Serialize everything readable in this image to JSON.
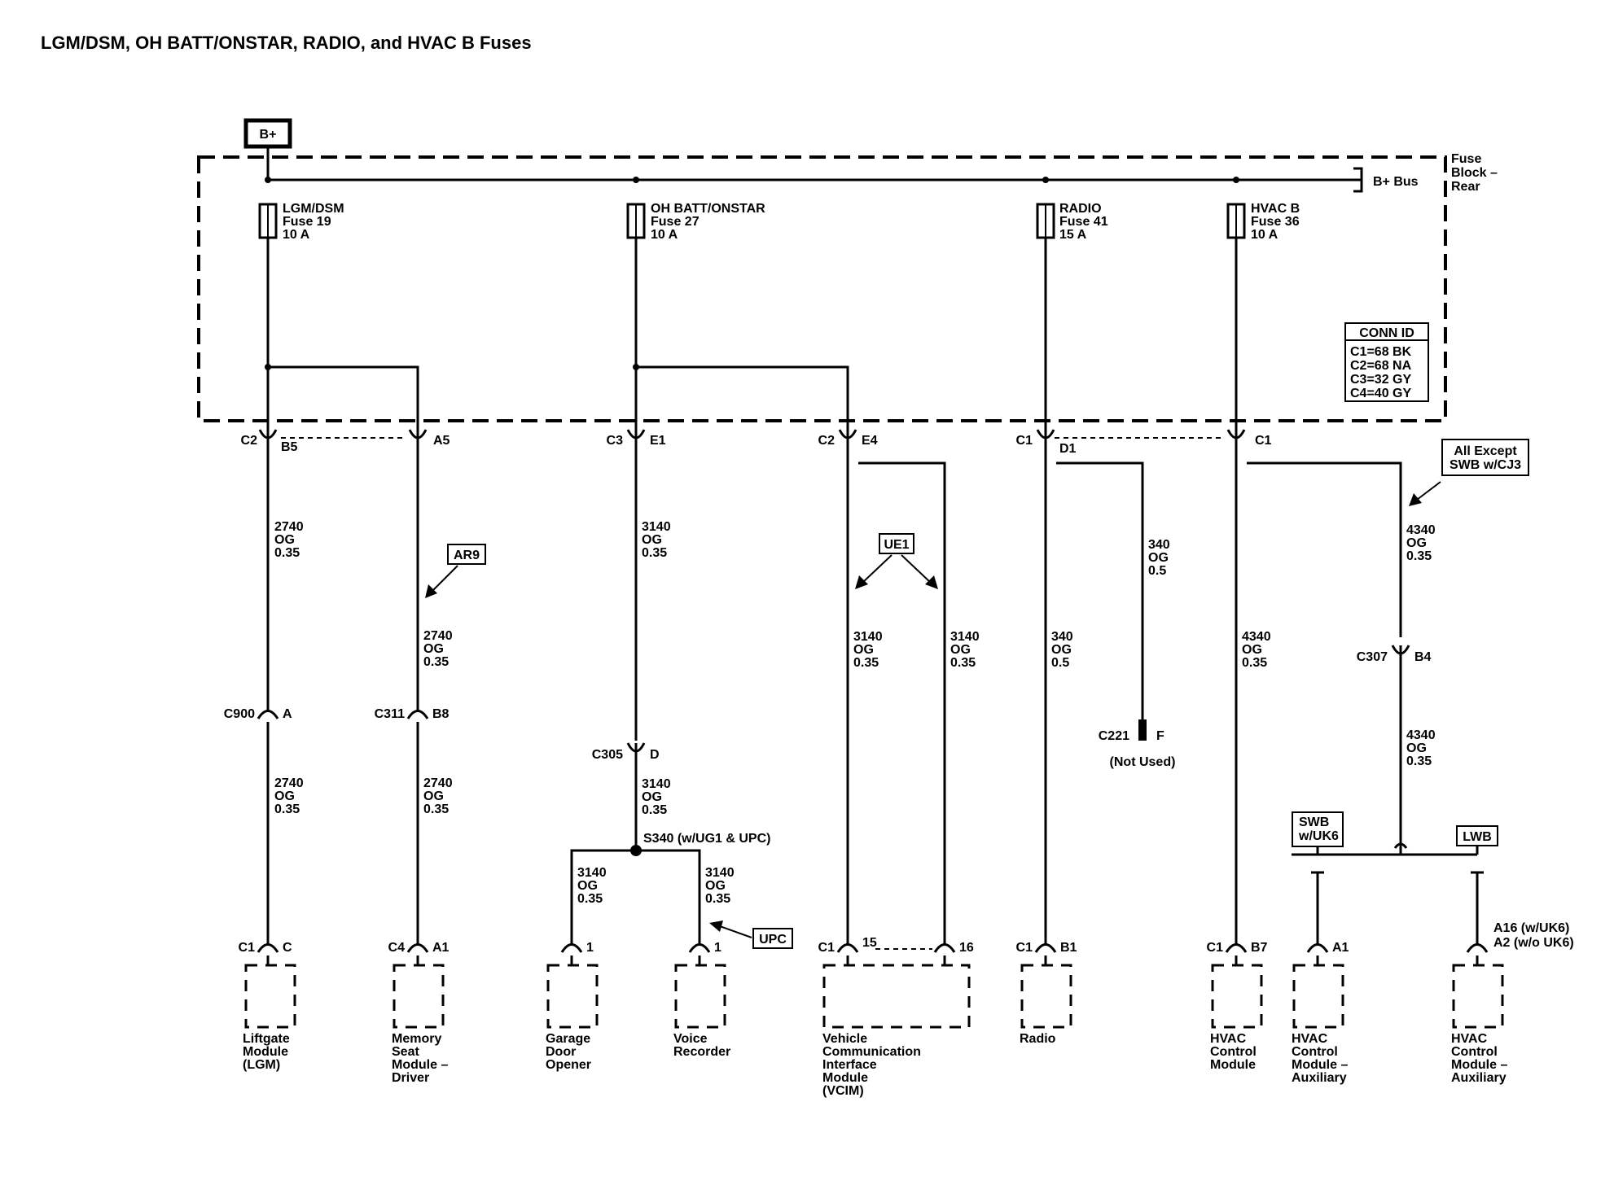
{
  "title": "LGM/DSM, OH BATT/ONSTAR, RADIO, and HVAC B Fuses",
  "power": {
    "label": "B+"
  },
  "fuse_block": {
    "label_lines": [
      "Fuse",
      "Block –",
      "Rear"
    ],
    "bus_label": "B+ Bus"
  },
  "fuses": [
    {
      "lines": [
        "LGM/DSM",
        "Fuse 19",
        "10 A"
      ]
    },
    {
      "lines": [
        "OH BATT/ONSTAR",
        "Fuse 27",
        "10 A"
      ]
    },
    {
      "lines": [
        "RADIO",
        "Fuse 41",
        "15 A"
      ]
    },
    {
      "lines": [
        "HVAC B",
        "Fuse 36",
        "10 A"
      ]
    }
  ],
  "conn_id": {
    "header": "CONN ID",
    "rows": [
      "C1=68 BK",
      "C2=68 NA",
      "C3=32 GY",
      "C4=40 GY"
    ]
  },
  "wires": {
    "w2740": [
      "2740",
      "OG",
      "0.35"
    ],
    "w3140": [
      "3140",
      "OG",
      "0.35"
    ],
    "w340": [
      "340",
      "OG",
      "0.5"
    ],
    "w4340": [
      "4340",
      "OG",
      "0.35"
    ]
  },
  "connectors": {
    "c2": "C2",
    "b5": "B5",
    "a5": "A5",
    "c3": "C3",
    "e1": "E1",
    "e4": "E4",
    "c1": "C1",
    "d1": "D1",
    "c900": "C900",
    "a": "A",
    "c311": "C311",
    "b8": "B8",
    "c305": "C305",
    "d": "D",
    "c221": "C221",
    "f": "F",
    "c307": "C307",
    "b4": "B4",
    "c": "C",
    "c4": "C4",
    "a1": "A1",
    "pin1": "1",
    "pin15": "15",
    "pin16": "16",
    "b1": "B1",
    "b7": "B7",
    "a16": "A16 (w/UK6)",
    "a2": "A2 (w/o UK6)"
  },
  "splice": "S340 (w/UG1 & UPC)",
  "not_used": "(Not Used)",
  "options": {
    "ar9": "AR9",
    "ue1": "UE1",
    "upc": "UPC",
    "all_except": [
      "All Except",
      "SWB w/CJ3"
    ],
    "swb": [
      "SWB",
      "w/UK6"
    ],
    "lwb": "LWB"
  },
  "components": {
    "lgm": [
      "Liftgate",
      "Module",
      "(LGM)"
    ],
    "memory_seat": [
      "Memory",
      "Seat",
      "Module –",
      "Driver"
    ],
    "garage": [
      "Garage",
      "Door",
      "Opener"
    ],
    "voice": [
      "Voice",
      "Recorder"
    ],
    "vcim": [
      "Vehicle",
      "Communication",
      "Interface",
      "Module",
      "(VCIM)"
    ],
    "radio": [
      "Radio"
    ],
    "hvac": [
      "HVAC",
      "Control",
      "Module"
    ],
    "hvac_aux": [
      "HVAC",
      "Control",
      "Module –",
      "Auxiliary"
    ]
  }
}
